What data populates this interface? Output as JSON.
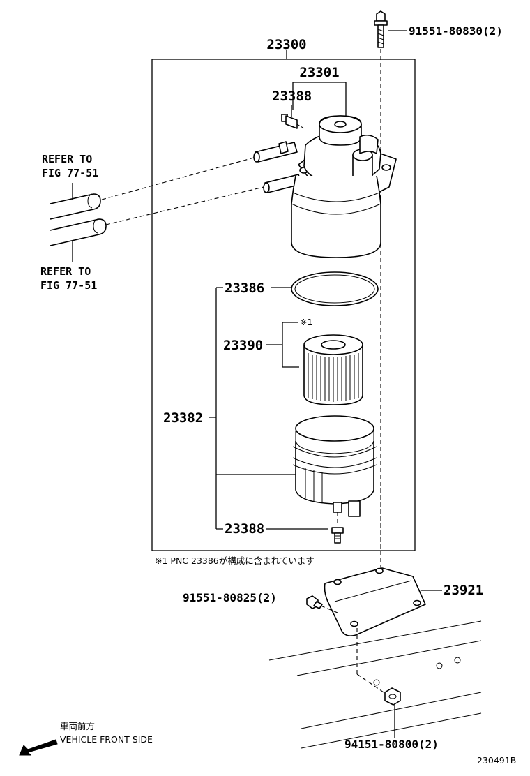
{
  "parts": {
    "p23300": "23300",
    "p23301": "23301",
    "p23388_top": "23388",
    "p23386": "23386",
    "p23390": "23390",
    "p23382": "23382",
    "p23388_bottom": "23388",
    "p91551_80830": "91551-80830(2)",
    "p91551_80825": "91551-80825(2)",
    "p23921": "23921",
    "p94151_80800": "94151-80800(2)"
  },
  "note_mark": "※1",
  "note_text": "※1 PNC 23386が構成に含まれています",
  "refer_top": {
    "line1": "REFER TO",
    "line2": "FIG 77-51"
  },
  "refer_bottom": {
    "line1": "REFER TO",
    "line2": "FIG 77-51"
  },
  "direction": {
    "jp": "車両前方",
    "en": "VEHICLE FRONT SIDE"
  },
  "figure_id": "230491B"
}
